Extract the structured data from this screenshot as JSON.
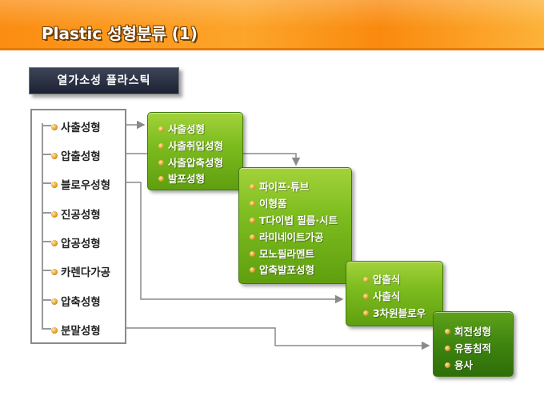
{
  "header": {
    "title": "Plastic 성형분류 (1)"
  },
  "subtitle": {
    "label": "열가소성 플라스틱"
  },
  "left_items": [
    "사출성형",
    "압출성형",
    "블로우성형",
    "진공성형",
    "압공성형",
    "카렌다가공",
    "압축성형",
    "분말성형"
  ],
  "box1": {
    "items": [
      "사출성형",
      "사출취입성형",
      "사출압축성형",
      "발포성형"
    ]
  },
  "box2": {
    "items": [
      "파이프·튜브",
      "이형품",
      "T다이법 필름·시트",
      "라미네이트가공",
      "모노필라멘트",
      "압축발포성형"
    ]
  },
  "box3": {
    "items": [
      "압출식",
      "사출식",
      "3차원블로우"
    ]
  },
  "box4": {
    "items": [
      "회전성형",
      "유동침적",
      "용사"
    ]
  }
}
